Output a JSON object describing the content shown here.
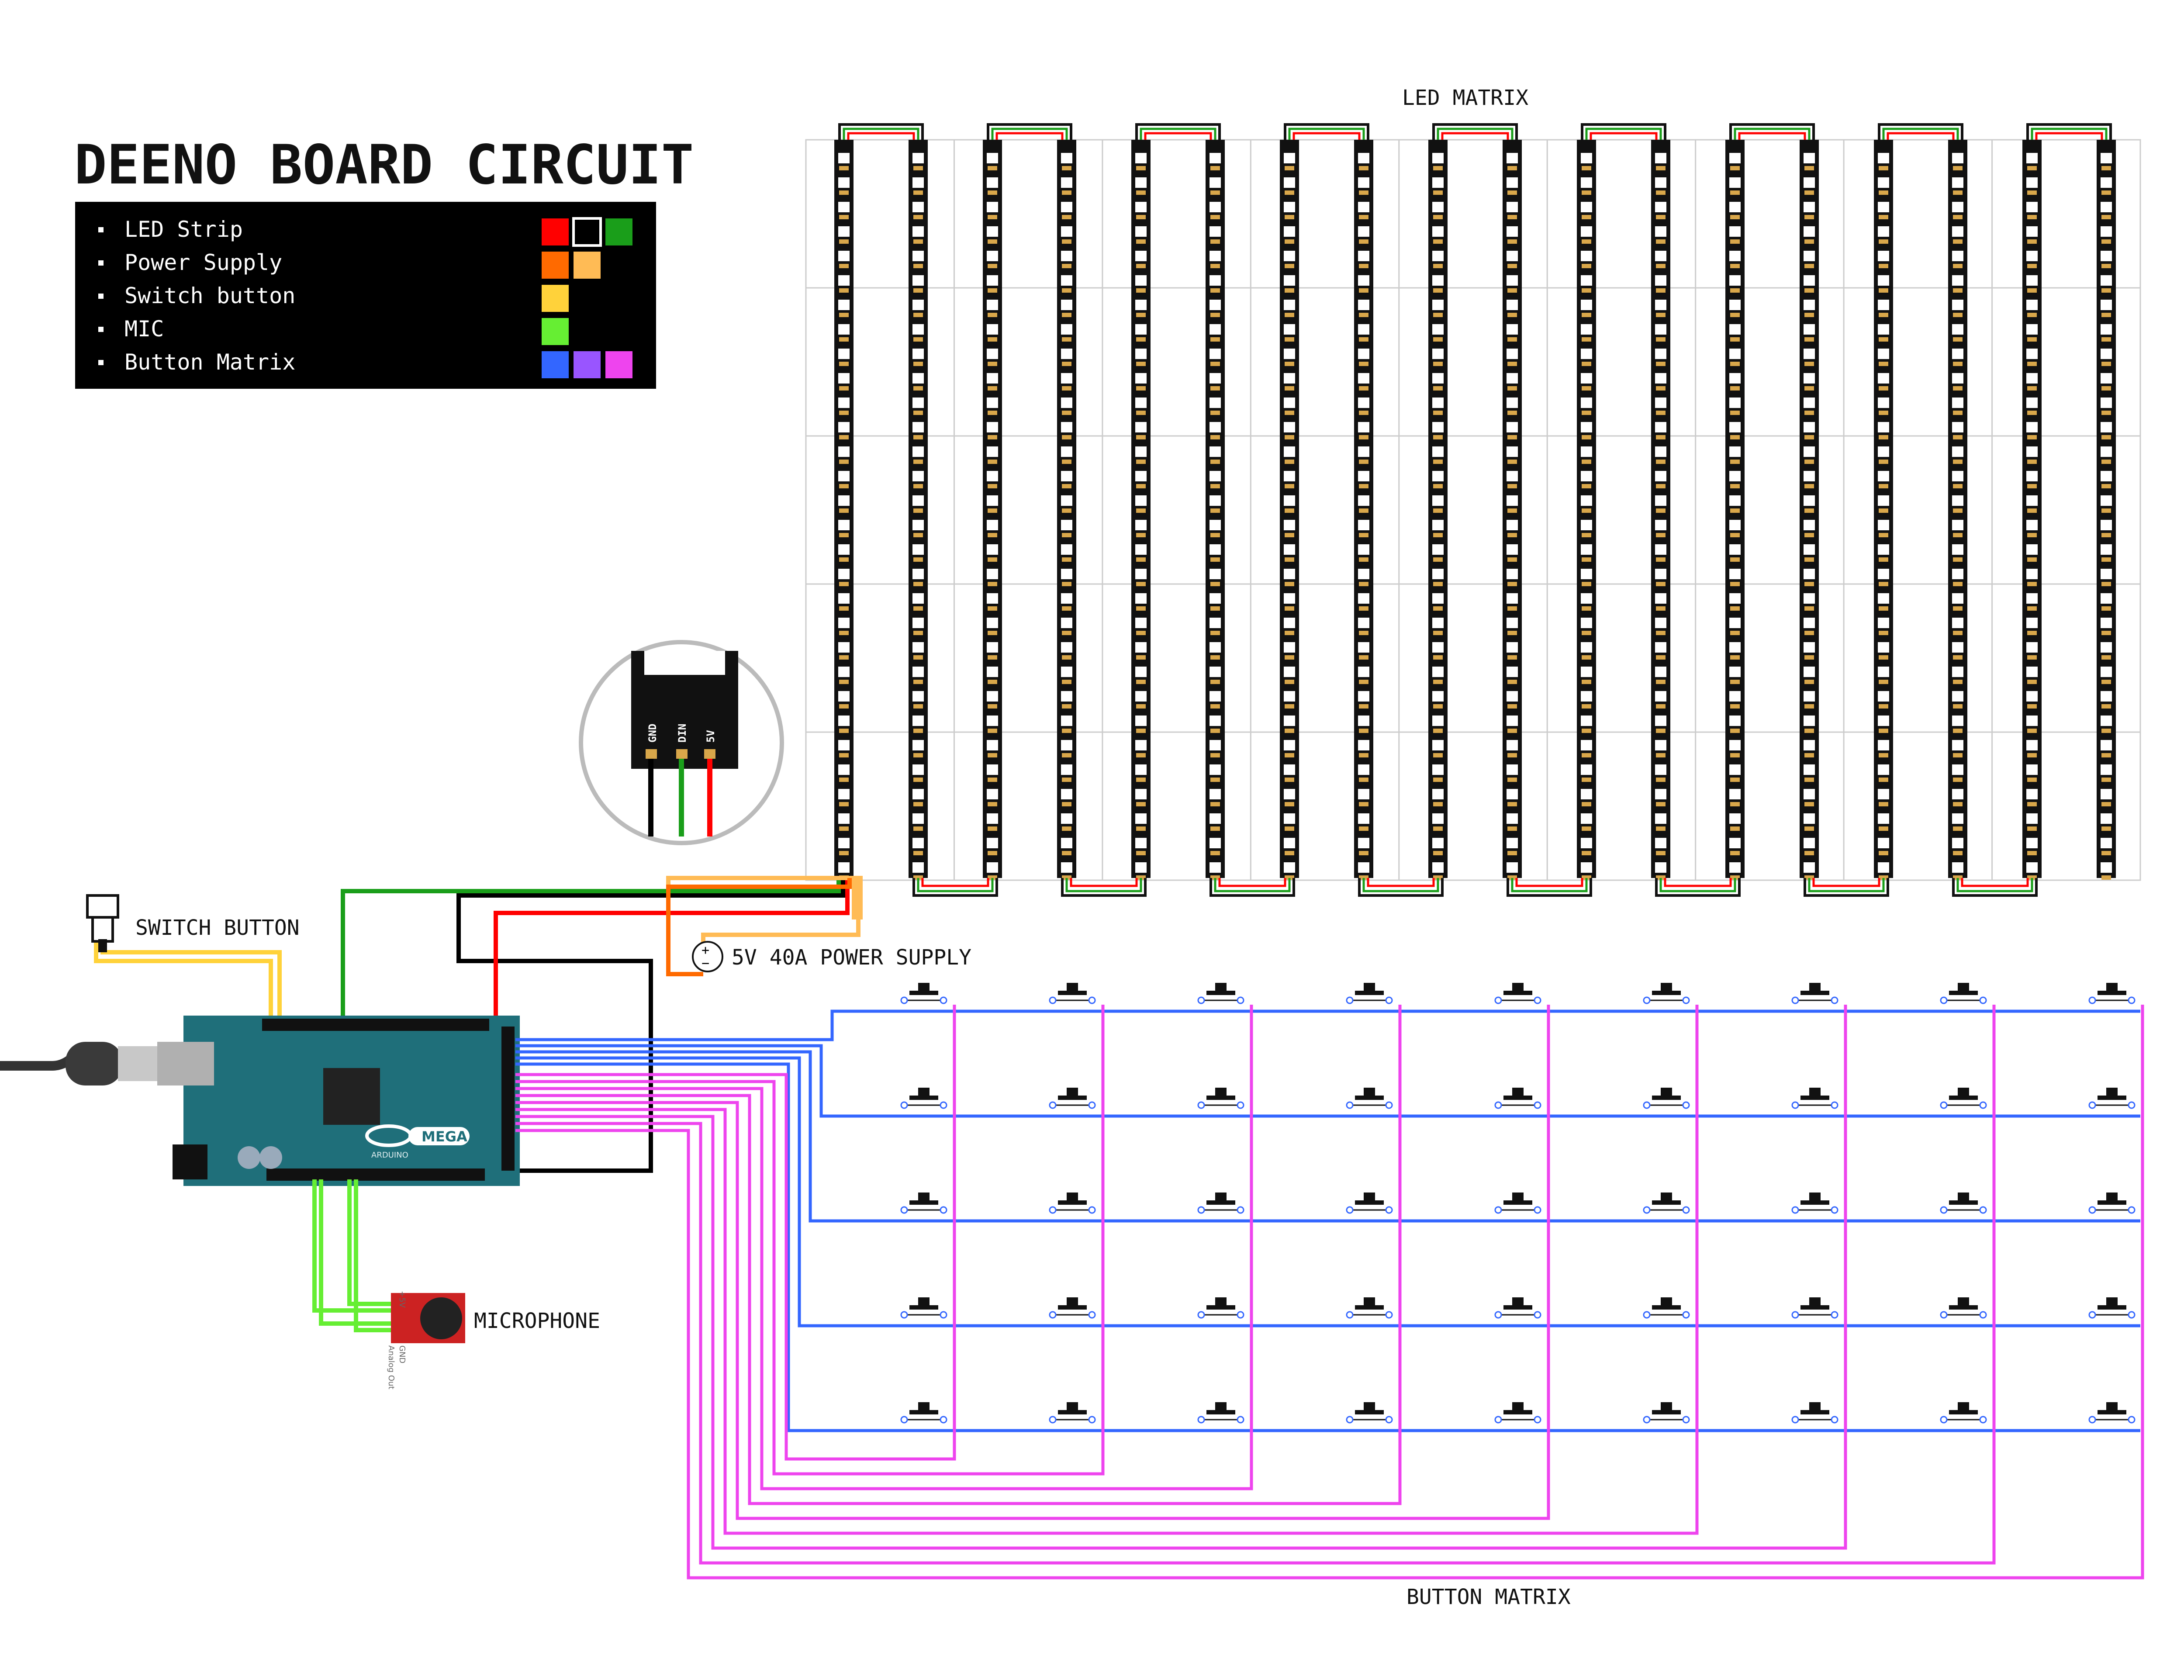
{
  "title": "DEENO BOARD CIRCUIT",
  "legend": [
    {
      "label": "LED Strip",
      "colors": [
        "#ff0000",
        "#000000",
        "#1a9e1a"
      ]
    },
    {
      "label": "Power Supply",
      "colors": [
        "#ff6a00",
        "#ffbb55"
      ]
    },
    {
      "label": "Switch button",
      "colors": [
        "#ffd23a"
      ]
    },
    {
      "label": "MIC",
      "colors": [
        "#66ee33"
      ]
    },
    {
      "label": "Button Matrix",
      "colors": [
        "#3366ff",
        "#9955ff",
        "#ee44ee"
      ]
    }
  ],
  "labels": {
    "led_matrix": "LED MATRIX",
    "switch_button": "SWITCH BUTTON",
    "power_supply": "5V 40A POWER SUPPLY",
    "microphone": "MICROPHONE",
    "button_matrix": "BUTTON MATRIX"
  },
  "connector_pins": [
    "GND",
    "DIN",
    "5V"
  ],
  "arduino": {
    "model": "MEGA",
    "brand": "ARDUINO"
  },
  "mic_pins": [
    "+5V",
    "GND",
    "Analog Out"
  ],
  "wire_colors": {
    "led_5v": "#ff0000",
    "led_gnd": "#000000",
    "led_din": "#1a9e1a",
    "psu_plus": "#ff6a00",
    "psu_minus": "#ffbb55",
    "switch": "#ffd23a",
    "mic": "#66ee33",
    "rows": "#3366ff",
    "cols": "#ee44ee"
  }
}
